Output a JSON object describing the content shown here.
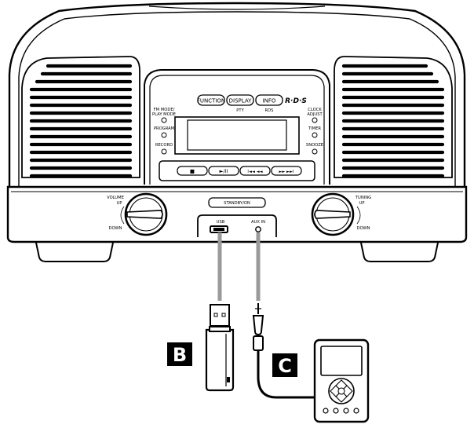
{
  "top_buttons": {
    "function": "FUNCTION",
    "display": "DISPLAY",
    "info": "INFO",
    "rds_logo": "R·D·S",
    "pty": "PTY",
    "rds": "RDS"
  },
  "left_controls": {
    "fm_mode_line1": "FM MODE/",
    "fm_mode_line2": "PLAY MODE",
    "program": "PROGRAM",
    "record": "RECORD"
  },
  "right_controls": {
    "clock_line1": "CLOCK",
    "clock_line2": "ADJUST",
    "timer": "TIMER",
    "snooze": "SNOOZE"
  },
  "transport": {
    "stop": "■",
    "play_pause": "►/II",
    "rewind": "I◄◄ ◄◄",
    "forward": "►► ►►I"
  },
  "front_panel": {
    "standby": "STANDBY/ON",
    "usb": "USB",
    "aux_in": "AUX IN"
  },
  "volume": {
    "title": "VOLUME",
    "up": "UP",
    "down": "DOWN"
  },
  "tuning": {
    "title": "TUNING",
    "up": "UP",
    "down": "DOWN"
  },
  "callouts": {
    "b": "B",
    "c": "C"
  }
}
